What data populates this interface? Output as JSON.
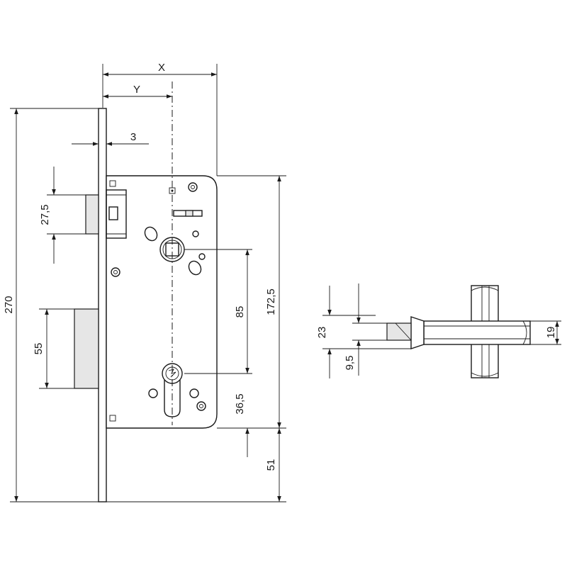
{
  "dimensions": {
    "x": "X",
    "y": "Y",
    "faceplate_thickness": "3",
    "latch_height": "27,5",
    "total_height": "270",
    "deadbolt_height": "55",
    "handle_to_cylinder": "85",
    "case_height": "172,5",
    "cylinder_to_bottom": "36,5",
    "case_to_bottom": "51",
    "pin_overall": "23",
    "pin_offset": "9,5",
    "pin_diameter": "19"
  }
}
